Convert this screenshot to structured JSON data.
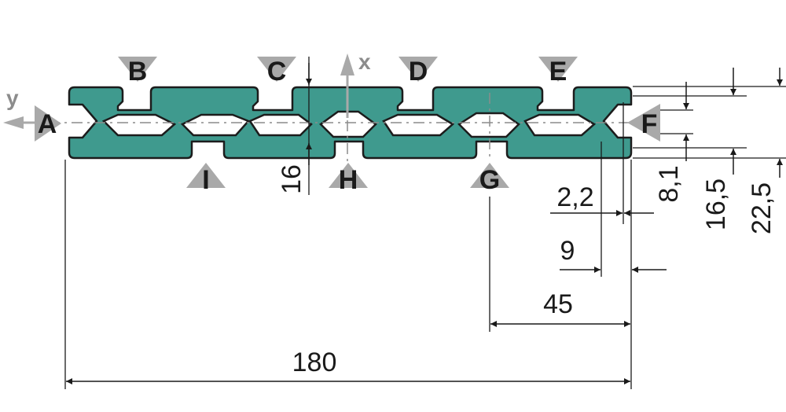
{
  "axes": {
    "x_label": "x",
    "y_label": "y"
  },
  "groove_labels": {
    "top": [
      "B",
      "C",
      "D",
      "E"
    ],
    "bottom": [
      "I",
      "H",
      "G"
    ],
    "left": "A",
    "right": "F"
  },
  "dimensions": {
    "total_width": "180",
    "groove_center": "45",
    "end_inset": "9",
    "lip_thickness": "2,2",
    "height_profile": "16",
    "slot_width": "8,1",
    "inner_height": "16,5",
    "outer_height": "22,5"
  },
  "colors": {
    "profile_fill": "#3f9a8e",
    "profile_stroke": "#1c1c1c",
    "arrow": "#a9a9a9",
    "dimension_line": "#1a1a1a",
    "centerline": "#8c8c8c"
  }
}
